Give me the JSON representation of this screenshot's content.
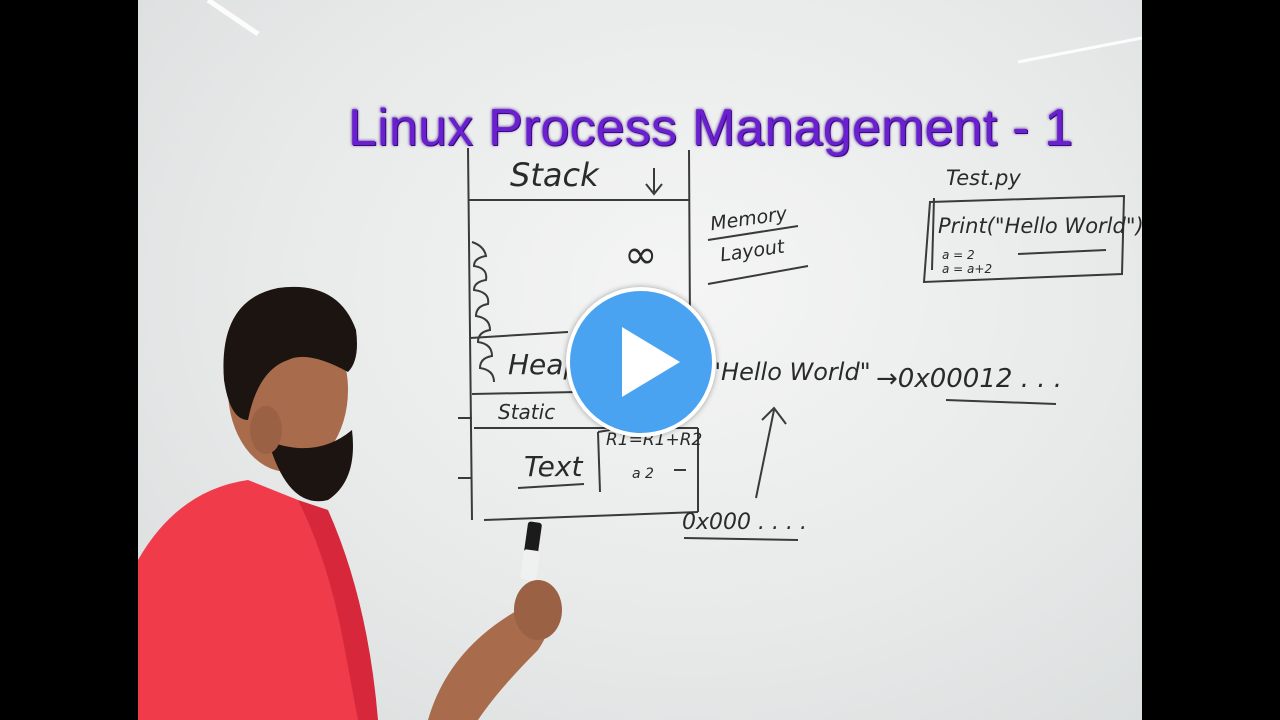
{
  "video": {
    "title": "Linux Process Management - 1"
  },
  "whiteboard": {
    "stack": "Stack",
    "infinity": "∞",
    "memory_layout_1": "Memory",
    "memory_layout_2": "Layout",
    "heap": "Heap",
    "static": "Static",
    "text": "Text",
    "code": "R1=R1+R2",
    "code_vals": "a   2",
    "file_name": "Test.py",
    "print_line": "Print(\"Hello World\")",
    "assign_1": "a = 2",
    "assign_2": "a = a+2",
    "hello_world": "\"Hello World\"",
    "address_1": "→0x00012 . . .",
    "address_2": "0x000 . . . ."
  }
}
